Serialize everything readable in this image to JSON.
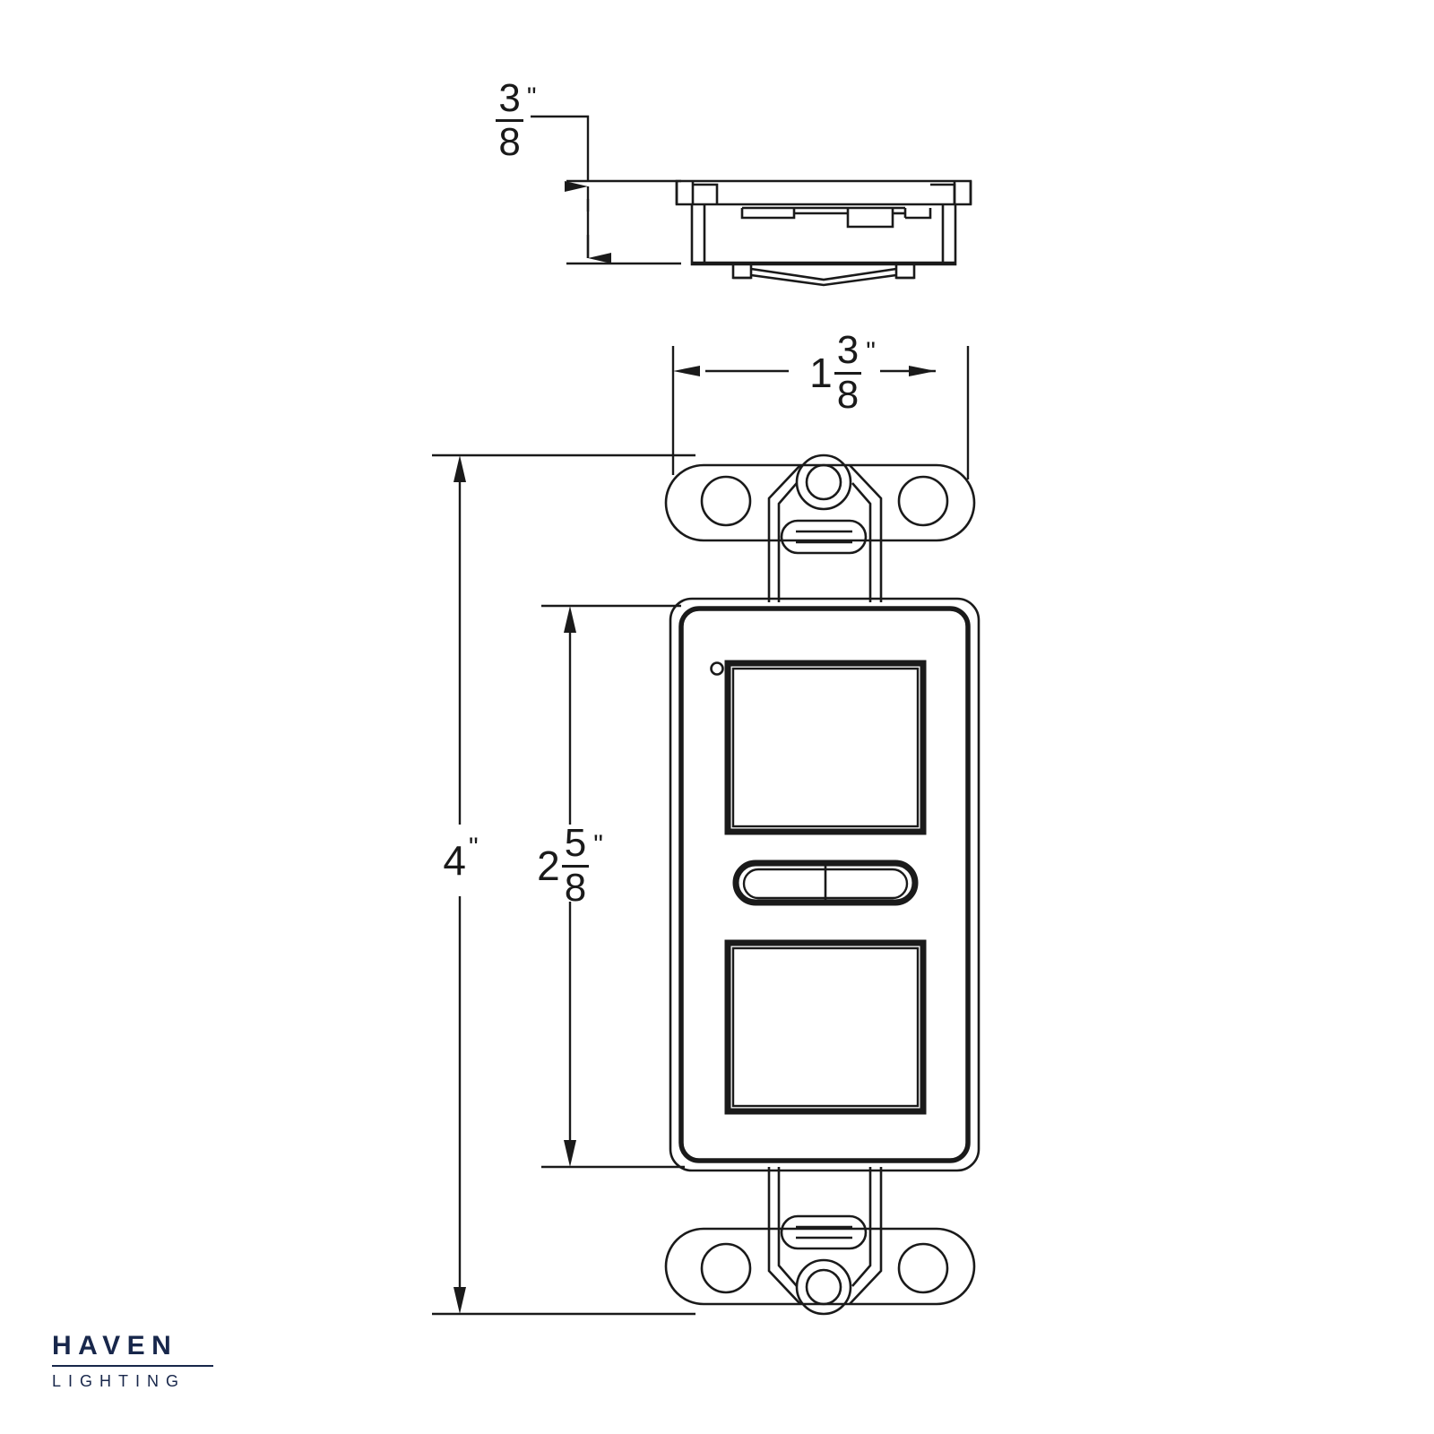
{
  "drawing": {
    "title": "Decora rocker switch dimensional drawing",
    "background_color": "#ffffff",
    "line_color": "#1a1a1a",
    "views": [
      {
        "name": "side-profile-view",
        "position": "top"
      },
      {
        "name": "front-face-view",
        "position": "center"
      }
    ]
  },
  "dimensions": {
    "depth": {
      "name": "depth-dimension",
      "whole": "",
      "numerator": "3",
      "denominator": "8",
      "unit": "\"",
      "full_text": "3/8\"",
      "applies_to": "side-profile-view"
    },
    "width": {
      "name": "width-dimension",
      "whole": "1",
      "numerator": "3",
      "denominator": "8",
      "unit": "\"",
      "full_text": "1 3/8\"",
      "applies_to": "front-face-view"
    },
    "overall_height": {
      "name": "overall-height-dimension",
      "whole": "4",
      "numerator": "",
      "denominator": "",
      "unit": "\"",
      "full_text": "4\"",
      "applies_to": "front-face-view"
    },
    "plate_height": {
      "name": "faceplate-height-dimension",
      "whole": "2",
      "numerator": "5",
      "denominator": "8",
      "unit": "\"",
      "full_text": "2 5/8\"",
      "applies_to": "front-face-view"
    }
  },
  "logo": {
    "word": "HAVEN",
    "subtitle": "LIGHTING",
    "color": "#18274b"
  }
}
